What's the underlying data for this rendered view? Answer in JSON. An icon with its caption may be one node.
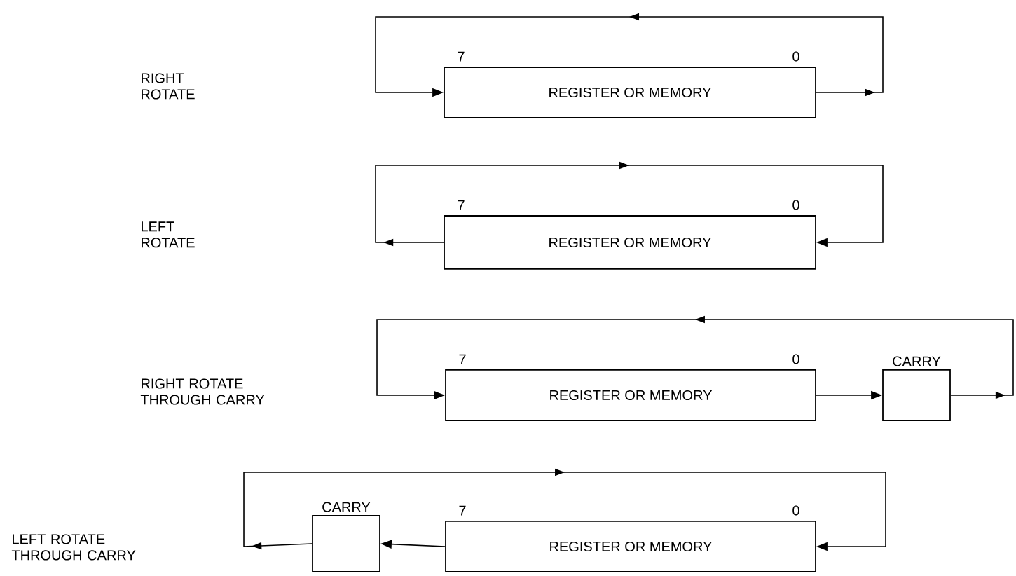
{
  "diagram": {
    "nodes": [
      {
        "text": [
          "REGISTER OR MEMORY"
        ],
        "beside": [
          "7",
          "0"
        ]
      },
      {
        "text": [
          "REGISTER OR MEMORY"
        ],
        "beside": [
          "7",
          "0"
        ]
      },
      {
        "text": [
          "REGISTER OR MEMORY"
        ],
        "beside": [
          "7",
          "0"
        ]
      },
      {
        "text": [
          "CARRY"
        ]
      },
      {
        "text": [
          "CARRY"
        ]
      },
      {
        "text": [
          "REGISTER OR MEMORY"
        ],
        "beside": [
          "7",
          "0"
        ]
      }
    ],
    "edges": [
      {
        "from": 0,
        "to": 0,
        "arrow": "to"
      },
      {
        "from": 1,
        "to": 1,
        "arrow": "to"
      },
      {
        "from": 2,
        "to": 3,
        "arrow": "to"
      },
      {
        "from": 3,
        "to": 2,
        "arrow": "to"
      },
      {
        "from": 5,
        "to": 4,
        "arrow": "to"
      },
      {
        "from": 4,
        "to": 5,
        "arrow": "to"
      }
    ],
    "labels": [
      "RIGHT ROTATE",
      "LEFT ROTATE",
      "RIGHT ROTATE THROUGH CARRY",
      "LEFT ROTATE THROUGH CARRY"
    ]
  }
}
